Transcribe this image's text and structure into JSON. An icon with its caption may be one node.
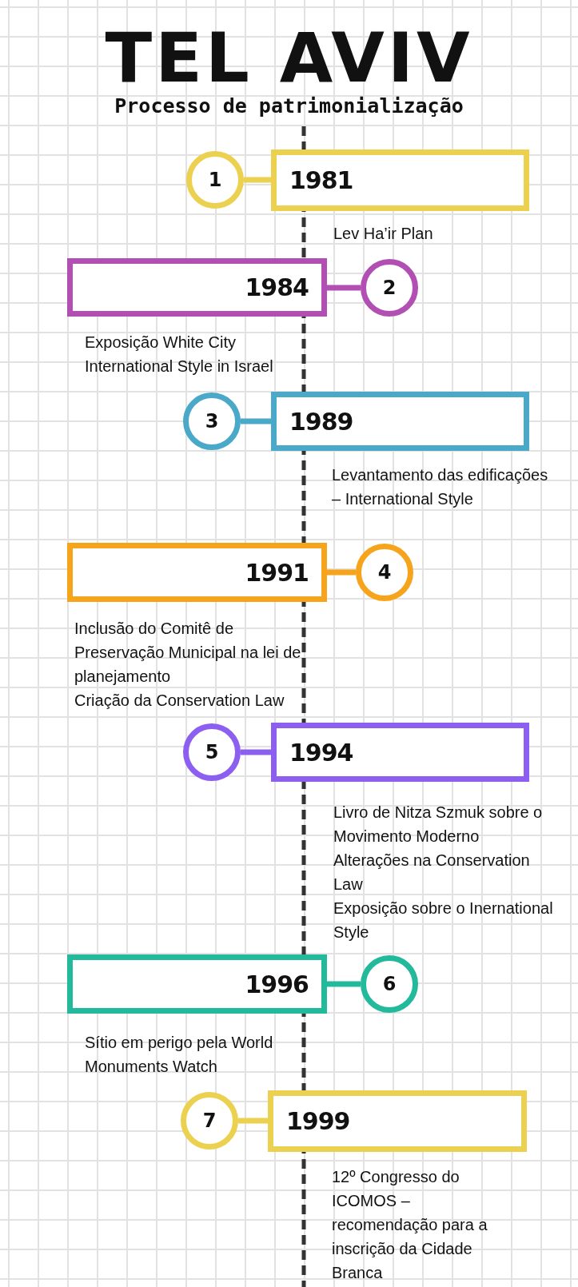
{
  "diagram": {
    "title": "TEL AVIV",
    "caption": "Processo de patrimonialização",
    "nodes": [
      {
        "text": [
          "1"
        ]
      },
      {
        "text": [
          "1981"
        ],
        "beside": [
          "Lev Ha’ir Plan"
        ]
      },
      {
        "text": [
          "1984"
        ],
        "beside": [
          "Exposição White City International Style in Israel"
        ]
      },
      {
        "text": [
          "2"
        ]
      },
      {
        "text": [
          "3"
        ]
      },
      {
        "text": [
          "1989"
        ],
        "beside": [
          "Levantamento das edificações – International Style"
        ]
      },
      {
        "text": [
          "1991"
        ],
        "beside": [
          "Inclusão do Comitê de Preservação Municipal na lei de planejamento",
          "Criação da Conservation Law"
        ]
      },
      {
        "text": [
          "4"
        ]
      },
      {
        "text": [
          "5"
        ]
      },
      {
        "text": [
          "1994"
        ],
        "beside": [
          "Livro de Nitza Szmuk sobre o Movimento Moderno",
          "Alterações na Conservation Law",
          "Exposição sobre o Inernational Style"
        ]
      },
      {
        "text": [
          "1996"
        ],
        "beside": [
          "Sítio em perigo pela World Monuments Watch"
        ]
      },
      {
        "text": [
          "6"
        ]
      },
      {
        "text": [
          "7"
        ]
      },
      {
        "text": [
          "1999"
        ],
        "beside": [
          "12º Congresso do ICOMOS – recomendação para a inscrição da Cidade Branca"
        ]
      }
    ],
    "edges": [
      {
        "from": 0,
        "to": 1,
        "arrow": "none",
        "color": "#ecd04f"
      },
      {
        "from": 2,
        "to": 3,
        "arrow": "none",
        "color": "#b14fb3"
      },
      {
        "from": 4,
        "to": 5,
        "arrow": "none",
        "color": "#4aa9c9"
      },
      {
        "from": 6,
        "to": 7,
        "arrow": "none",
        "color": "#f7a41d"
      },
      {
        "from": 8,
        "to": 9,
        "arrow": "none",
        "color": "#8d5ff0"
      },
      {
        "from": 10,
        "to": 11,
        "arrow": "none",
        "color": "#23b99b"
      },
      {
        "from": 12,
        "to": 13,
        "arrow": "none",
        "color": "#ecd04f"
      }
    ]
  }
}
